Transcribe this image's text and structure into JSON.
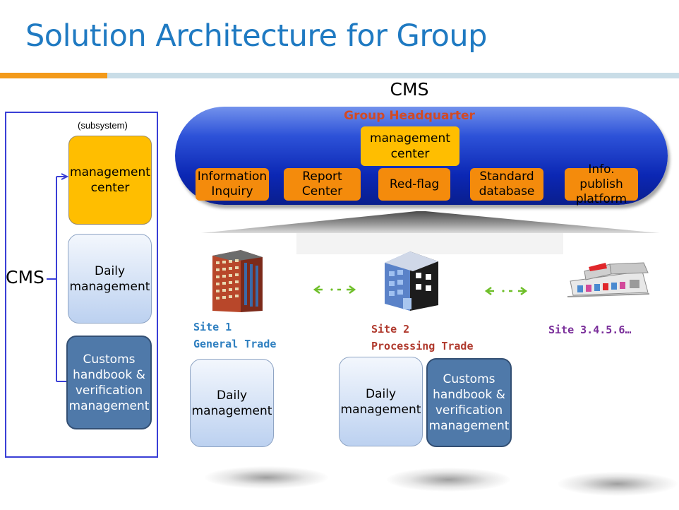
{
  "title": "Solution Architecture for Group",
  "cms_top": "CMS",
  "cms_left": "CMS",
  "subsystem_label": "(subsystem)",
  "left_boxes": {
    "management_center": "management center",
    "daily_management": "Daily management",
    "customs": "Customs handbook & verification management"
  },
  "hq": {
    "label": "Group Headquarter",
    "management_center": "management center",
    "modules": [
      "Information Inquiry",
      "Report Center",
      "Red-flag",
      "Standard database",
      "Info. publish platform"
    ]
  },
  "sites": {
    "site1": {
      "name": "Site 1",
      "trade": "General Trade",
      "daily": "Daily management"
    },
    "site2": {
      "name": "Site 2",
      "trade": "Processing Trade",
      "daily": "Daily management",
      "customs": "Customs handbook & verification management"
    },
    "site3": {
      "name": "Site 3.4.5.6…"
    }
  },
  "colors": {
    "title": "#1f7ac2",
    "accent_orange": "#f39a1a",
    "yellow_box": "#ffbe00",
    "module_orange": "#f48b0c",
    "steel_box": "#4f79a9",
    "hq_label": "#d24a24",
    "site1_label": "#2e7fc0",
    "site2_label": "#b03a2e",
    "site3_label": "#7a2e9a",
    "arrow_green": "#6fbf2a",
    "frame_blue": "#3a3fd6"
  },
  "icons": [
    "tower-building-icon",
    "office-building-icon",
    "shopping-mall-icon",
    "bidirectional-arrow-icon"
  ]
}
